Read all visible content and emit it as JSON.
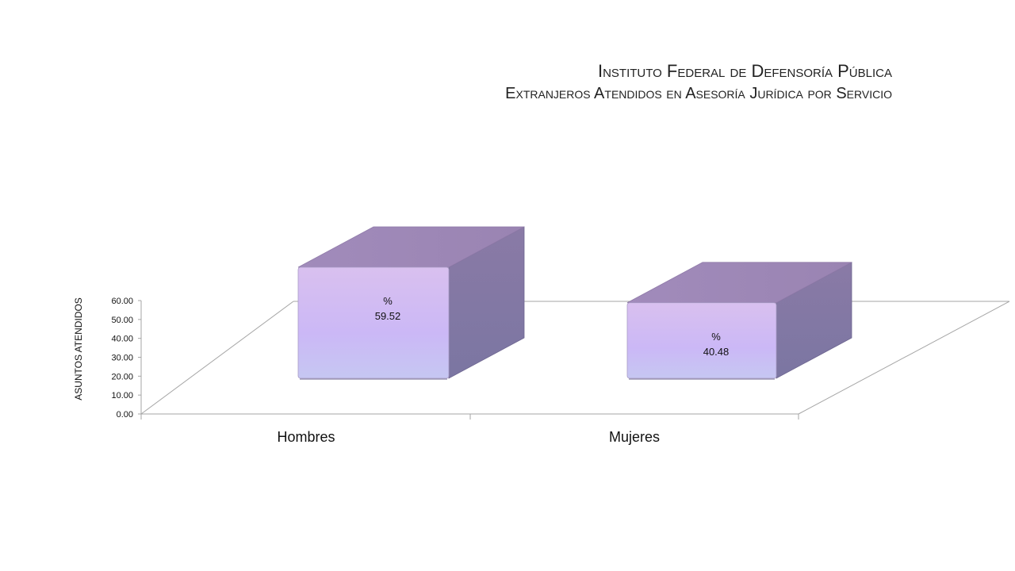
{
  "title": {
    "line1": "Instituto Federal de Defensoría Pública",
    "line2": "Extranjeros Atendidos en Asesoría Jurídica por Servicio"
  },
  "chart_data": {
    "type": "bar",
    "title": "Instituto Federal de Defensoría Pública — Extranjeros Atendidos en Asesoría Jurídica por Servicio",
    "ylabel": "ASUNTOS ATENDIDOS",
    "xlabel": "",
    "categories": [
      "Hombres",
      "Mujeres"
    ],
    "values": [
      59.52,
      40.48
    ],
    "data_label_prefix": "%",
    "data_labels": [
      "59.52",
      "40.48"
    ],
    "ylim": [
      0,
      60
    ],
    "yticks": [
      "0.00",
      "10.00",
      "20.00",
      "30.00",
      "40.00",
      "50.00",
      "60.00"
    ],
    "grid": false,
    "legend": "none",
    "colors": {
      "bar_front": "#d0b8f2",
      "bar_top": "#9d86b4",
      "bar_side": "#7f73a3",
      "axis": "#a6a6a6"
    }
  }
}
